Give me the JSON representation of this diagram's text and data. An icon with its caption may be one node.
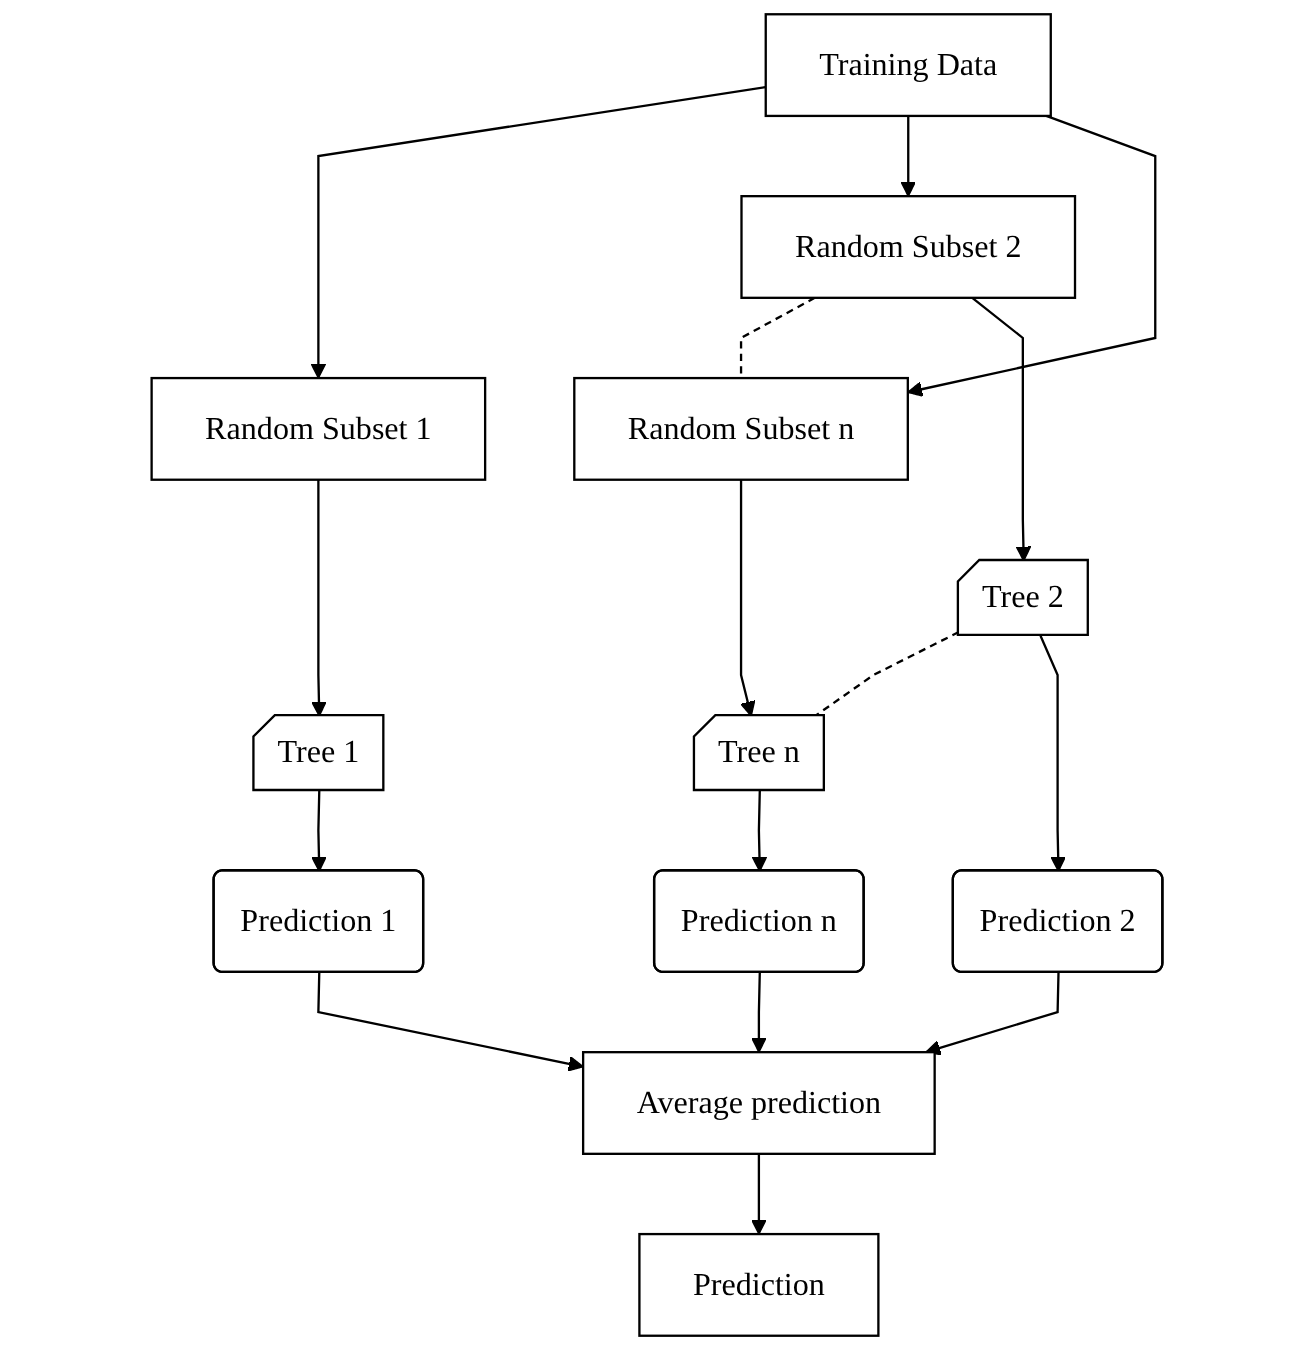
{
  "diagram": {
    "nodes": [
      {
        "text": [
          "Training Data"
        ]
      },
      {
        "text": [
          "Random Subset 1"
        ]
      },
      {
        "text": [
          "Random Subset 2"
        ]
      },
      {
        "text": [
          "Random Subset n"
        ]
      },
      {
        "text": [
          "Tree 1"
        ]
      },
      {
        "text": [
          "Tree 2"
        ]
      },
      {
        "text": [
          "Tree n"
        ]
      },
      {
        "text": [
          "Prediction 1"
        ]
      },
      {
        "text": [
          "Prediction 2"
        ]
      },
      {
        "text": [
          "Prediction n"
        ]
      },
      {
        "text": [
          "Average prediction"
        ]
      },
      {
        "text": [
          "Prediction"
        ]
      }
    ],
    "edges": [
      {
        "from": 0,
        "to": 1,
        "arrow": "to"
      },
      {
        "from": 0,
        "to": 2,
        "arrow": "to"
      },
      {
        "from": 0,
        "to": 3,
        "arrow": "to"
      },
      {
        "from": 2,
        "to": 3,
        "arrow": "none",
        "style": "dashed"
      },
      {
        "from": 1,
        "to": 4,
        "arrow": "to"
      },
      {
        "from": 2,
        "to": 5,
        "arrow": "to"
      },
      {
        "from": 3,
        "to": 6,
        "arrow": "to"
      },
      {
        "from": 5,
        "to": 6,
        "arrow": "none",
        "style": "dashed"
      },
      {
        "from": 4,
        "to": 7,
        "arrow": "to"
      },
      {
        "from": 5,
        "to": 8,
        "arrow": "to"
      },
      {
        "from": 6,
        "to": 9,
        "arrow": "to"
      },
      {
        "from": 7,
        "to": 10,
        "arrow": "to"
      },
      {
        "from": 8,
        "to": 10,
        "arrow": "to"
      },
      {
        "from": 9,
        "to": 10,
        "arrow": "to"
      },
      {
        "from": 10,
        "to": 11,
        "arrow": "to"
      }
    ]
  }
}
